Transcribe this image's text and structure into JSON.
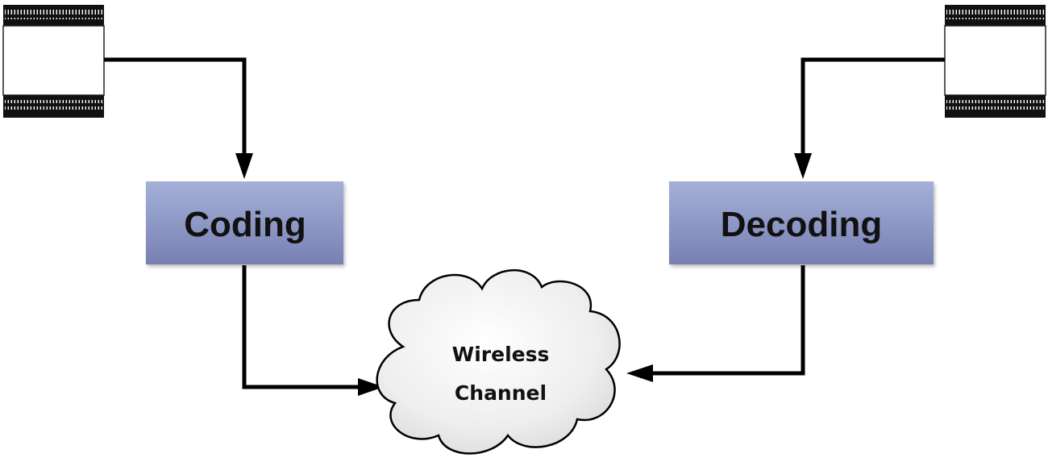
{
  "diagram": {
    "nodes": {
      "coding": {
        "label": "Coding"
      },
      "decoding": {
        "label": "Decoding"
      },
      "channel": {
        "line1": "Wireless",
        "line2": "Channel"
      }
    },
    "icons": {
      "source": "film-strip-icon",
      "destination": "film-strip-icon"
    },
    "colors": {
      "box_top": "#a4b0d8",
      "box_bottom": "#7880b2",
      "arrow": "#000000",
      "cloud_fill": "#f2f2f2",
      "cloud_stroke": "#000000"
    }
  }
}
